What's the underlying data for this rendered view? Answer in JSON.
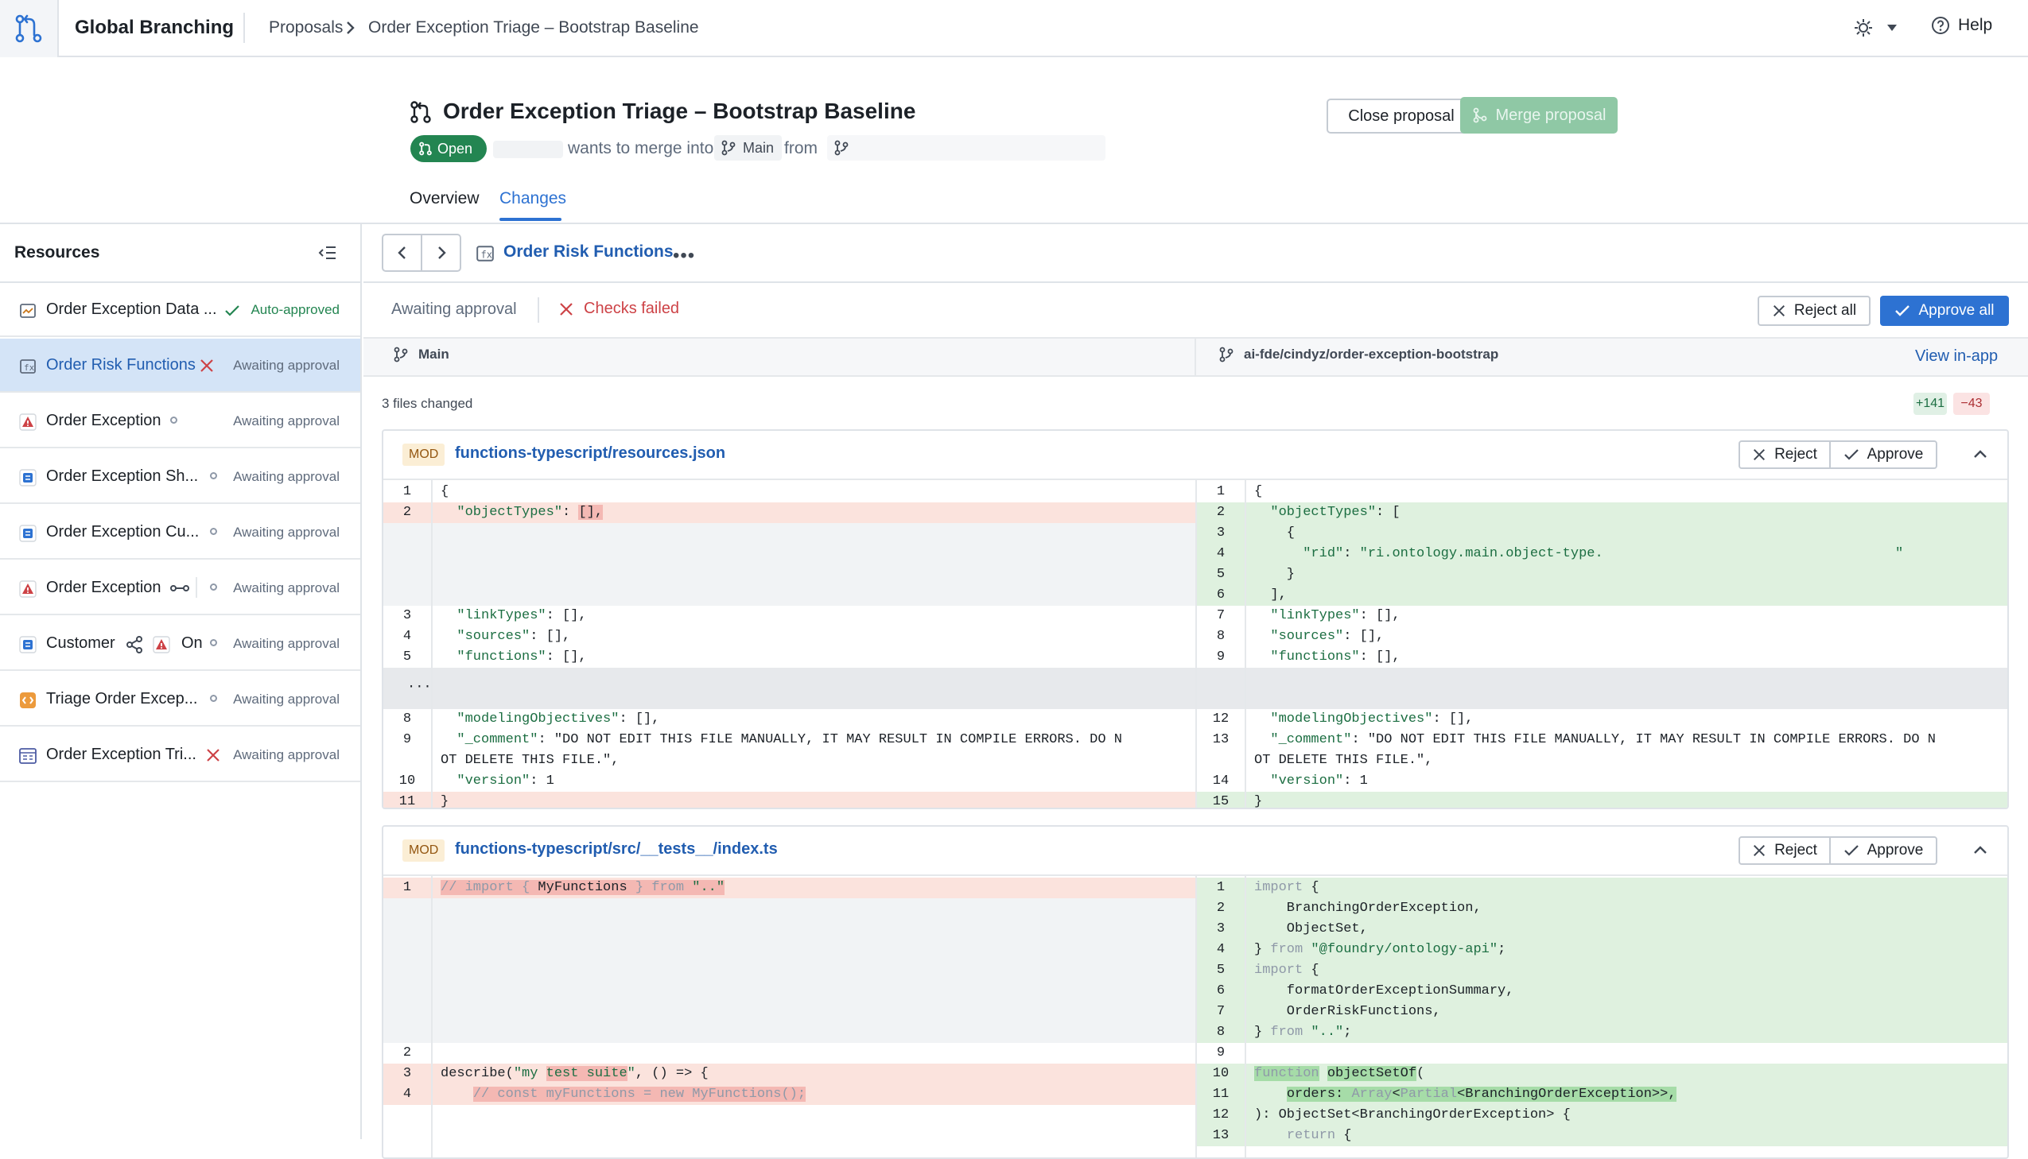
{
  "app": {
    "name": "Global Branching"
  },
  "breadcrumb": {
    "section": "Proposals",
    "current": "Order Exception Triage – Bootstrap Baseline"
  },
  "topbar": {
    "help_label": "Help"
  },
  "proposal": {
    "title": "Order Exception Triage – Bootstrap Baseline",
    "status": "Open",
    "merge_text": "wants to merge into",
    "target_branch": "Main",
    "from_text": "from",
    "close_label": "Close proposal",
    "merge_label": "Merge proposal"
  },
  "tabs": {
    "overview": "Overview",
    "changes": "Changes"
  },
  "sidebar": {
    "title": "Resources",
    "items": [
      {
        "name": "Order Exception Data ...",
        "status": "Auto-approved"
      },
      {
        "name": "Order Risk Functions",
        "status": "Awaiting approval"
      },
      {
        "name": "Order Exception",
        "status": "Awaiting approval"
      },
      {
        "name": "Order Exception Sh...",
        "status": "Awaiting approval"
      },
      {
        "name": "Order Exception Cu...",
        "status": "Awaiting approval"
      },
      {
        "name": "Order Exception",
        "status": "Awaiting approval"
      },
      {
        "name": "Customer",
        "extra": "On",
        "status": "Awaiting approval"
      },
      {
        "name": "Triage Order Excep...",
        "status": "Awaiting approval"
      },
      {
        "name": "Order Exception Tri...",
        "status": "Awaiting approval"
      }
    ]
  },
  "resource": {
    "title": "Order Risk Functions",
    "awaiting_label": "Awaiting approval",
    "checks_label": "Checks failed",
    "reject_all": "Reject all",
    "approve_all": "Approve all",
    "left_branch": "Main",
    "right_branch": "ai-fde/cindyz/order-exception-bootstrap",
    "view_in_app": "View in-app",
    "files_changed": "3 files changed",
    "additions": "+141",
    "deletions": "−43"
  },
  "files": [
    {
      "badge": "MOD",
      "path": "functions-typescript/resources.json",
      "reject": "Reject",
      "approve": "Approve"
    },
    {
      "badge": "MOD",
      "path": "functions-typescript/src/__tests__/index.ts",
      "reject": "Reject",
      "approve": "Approve"
    }
  ],
  "diff1": {
    "left": [
      {
        "n": "1",
        "t": "{"
      },
      {
        "n": "2",
        "t": "  \"objectTypes\": [],"
      },
      {
        "n": "3",
        "t": "  \"linkTypes\": [],"
      },
      {
        "n": "4",
        "t": "  \"sources\": [],"
      },
      {
        "n": "5",
        "t": "  \"functions\": [],"
      },
      {
        "n": "8",
        "t": "  \"modelingObjectives\": [],"
      },
      {
        "n": "9",
        "t": "  \"_comment\": \"DO NOT EDIT THIS FILE MANUALLY, IT MAY RESULT IN COMPILE ERRORS. DO N"
      },
      {
        "n": "",
        "t": "OT DELETE THIS FILE.\","
      },
      {
        "n": "10",
        "t": "  \"version\": 1"
      },
      {
        "n": "11",
        "t": "}"
      }
    ],
    "right": [
      {
        "n": "1",
        "t": "{"
      },
      {
        "n": "2",
        "t": "  \"objectTypes\": ["
      },
      {
        "n": "3",
        "t": "    {"
      },
      {
        "n": "4",
        "t": "      \"rid\": \"ri.ontology.main.object-type.                                    \""
      },
      {
        "n": "5",
        "t": "    }"
      },
      {
        "n": "6",
        "t": "  ],"
      },
      {
        "n": "7",
        "t": "  \"linkTypes\": [],"
      },
      {
        "n": "8",
        "t": "  \"sources\": [],"
      },
      {
        "n": "9",
        "t": "  \"functions\": [],"
      },
      {
        "n": "12",
        "t": "  \"modelingObjectives\": [],"
      },
      {
        "n": "13",
        "t": "  \"_comment\": \"DO NOT EDIT THIS FILE MANUALLY, IT MAY RESULT IN COMPILE ERRORS. DO N"
      },
      {
        "n": "",
        "t": "OT DELETE THIS FILE.\","
      },
      {
        "n": "14",
        "t": "  \"version\": 1"
      },
      {
        "n": "15",
        "t": "}"
      }
    ],
    "gap": "···"
  },
  "diff2": {
    "left": [
      {
        "n": "1",
        "t": "// import { MyFunctions } from \"..\""
      },
      {
        "n": "2",
        "t": ""
      },
      {
        "n": "3",
        "t": "describe(\"my test suite\", () => {"
      },
      {
        "n": "4",
        "t": "    // const myFunctions = new MyFunctions();"
      }
    ],
    "right": [
      {
        "n": "1",
        "t": "import {"
      },
      {
        "n": "2",
        "t": "    BranchingOrderException,"
      },
      {
        "n": "3",
        "t": "    ObjectSet,"
      },
      {
        "n": "4",
        "t": "} from \"@foundry/ontology-api\";"
      },
      {
        "n": "5",
        "t": "import {"
      },
      {
        "n": "6",
        "t": "    formatOrderExceptionSummary,"
      },
      {
        "n": "7",
        "t": "    OrderRiskFunctions,"
      },
      {
        "n": "8",
        "t": "} from \"..\";"
      },
      {
        "n": "9",
        "t": ""
      },
      {
        "n": "10",
        "t": "function objectSetOf("
      },
      {
        "n": "11",
        "t": "    orders: Array<Partial<BranchingOrderException>>,"
      },
      {
        "n": "12",
        "t": "): ObjectSet<BranchingOrderException> {"
      },
      {
        "n": "13",
        "t": "    return {"
      }
    ]
  }
}
